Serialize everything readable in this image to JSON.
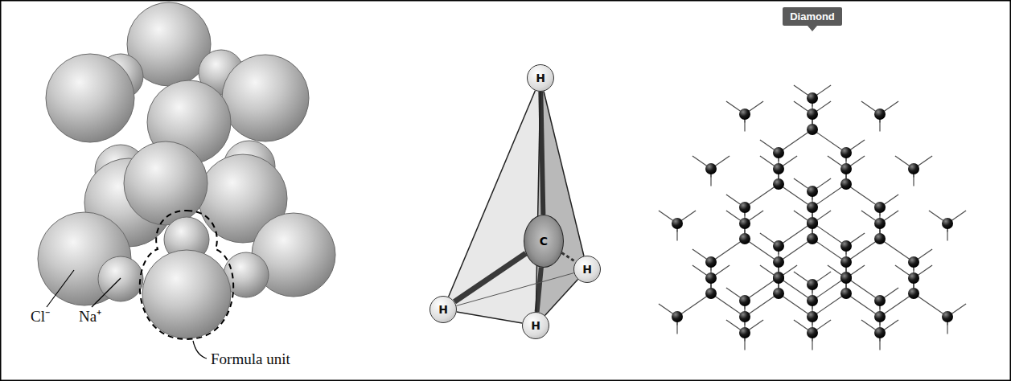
{
  "diagram": {
    "nodes": [
      {
        "text": [
          "H"
        ]
      },
      {
        "text": [
          "C"
        ]
      },
      {
        "text": [
          "H"
        ]
      },
      {
        "text": [
          "H"
        ]
      },
      {
        "text": [
          "H"
        ]
      },
      {
        "text": [
          "Diamond"
        ]
      }
    ],
    "edges": [
      {
        "from": 1,
        "to": 0,
        "arrow": "none"
      },
      {
        "from": 1,
        "to": 2,
        "arrow": "none"
      },
      {
        "from": 1,
        "to": 3,
        "arrow": "none"
      },
      {
        "from": 1,
        "to": 4,
        "arrow": "none"
      },
      {
        "from": 0,
        "to": 2,
        "arrow": "none"
      },
      {
        "from": 0,
        "to": 3,
        "arrow": "none"
      },
      {
        "from": 0,
        "to": 4,
        "arrow": "none"
      },
      {
        "from": 2,
        "to": 3,
        "arrow": "none"
      },
      {
        "from": 3,
        "to": 4,
        "arrow": "none"
      },
      {
        "from": 2,
        "to": 4,
        "arrow": "none"
      }
    ],
    "labels": [
      "Cl⁻",
      "Na⁺",
      "Formula unit"
    ]
  }
}
